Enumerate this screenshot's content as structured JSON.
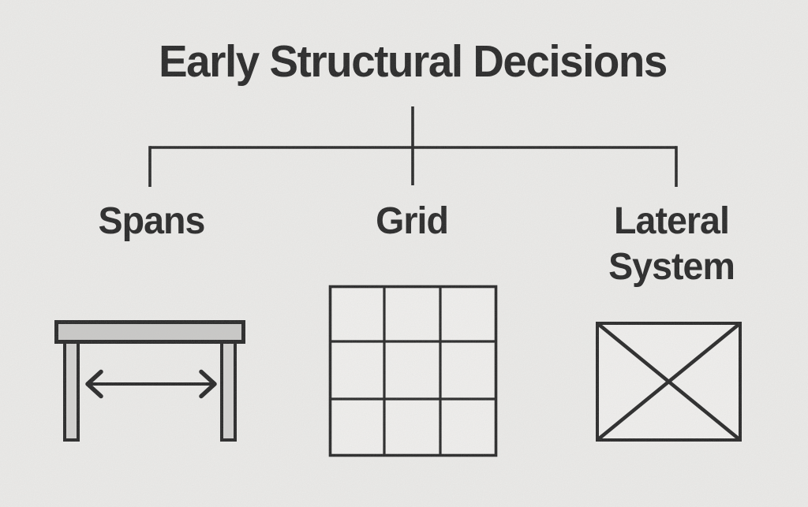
{
  "title": "Early Structural Decisions",
  "branches": [
    {
      "label": "Spans",
      "icon": "table-span-icon"
    },
    {
      "label": "Grid",
      "icon": "grid-3x3-icon"
    },
    {
      "label": "Lateral System",
      "icon": "x-braced-bay-icon"
    }
  ],
  "colors": {
    "bg": "#f0efed",
    "ink": "#171717",
    "beam-fill": "#cbcac8",
    "leg-fill": "#d5d4d2",
    "panel-fill": "#f5f4f2"
  }
}
